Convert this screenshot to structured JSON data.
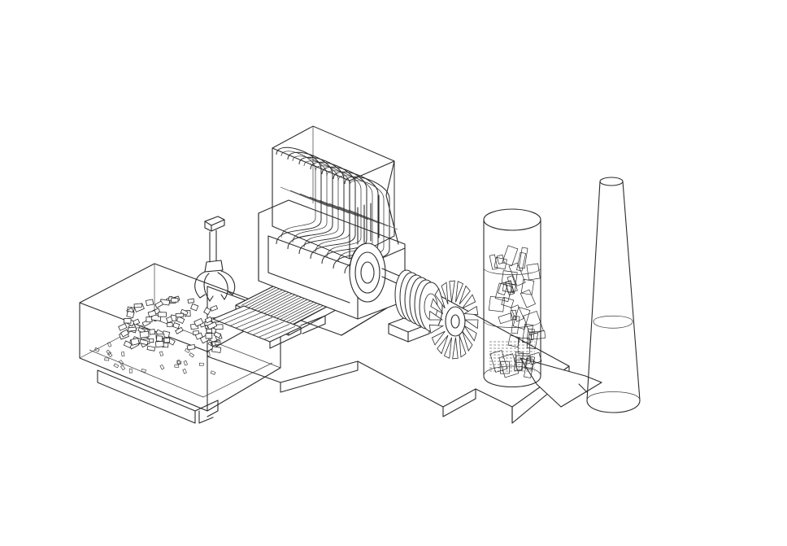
{
  "diagram": {
    "style": "isometric-line-drawing",
    "stroke_color": "#2a2a2a",
    "background_color": "#ffffff",
    "components": [
      "storage-bunker",
      "grab-crane",
      "grate-conveyor",
      "boiler-house",
      "steam-turbine",
      "flue-gas-cleaning-tower",
      "chimney-stack"
    ]
  }
}
